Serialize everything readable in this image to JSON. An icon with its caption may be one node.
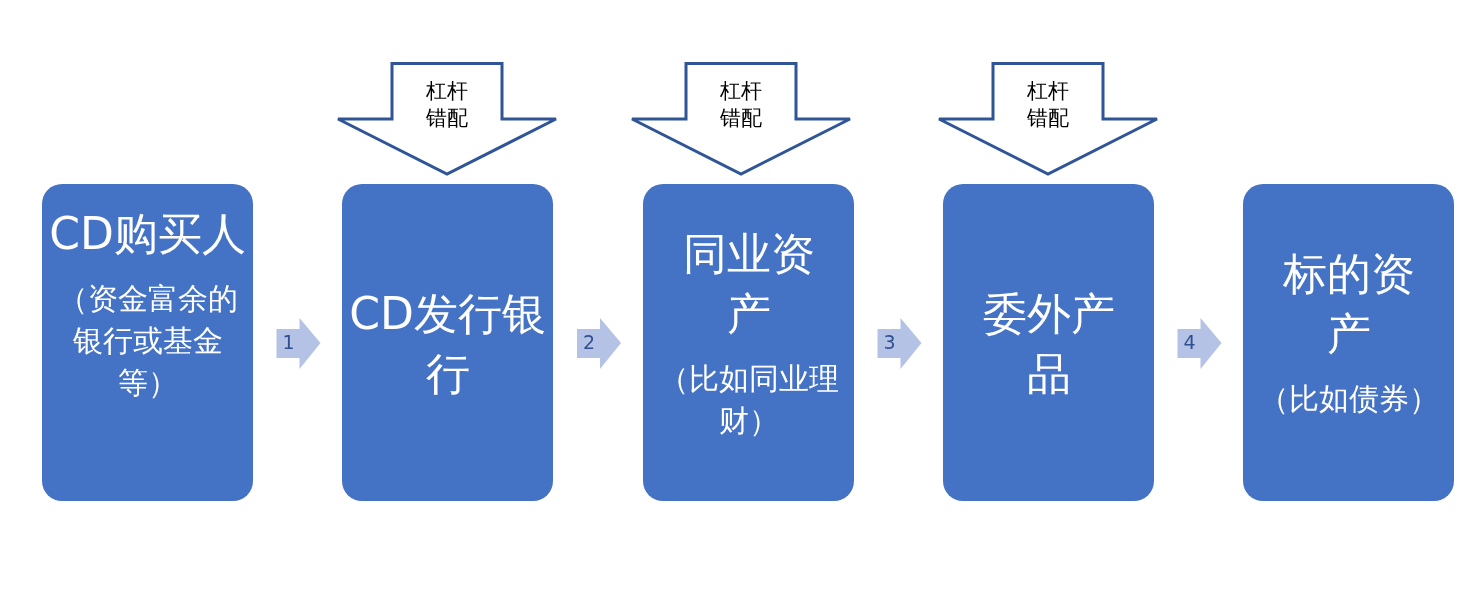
{
  "diagram": {
    "nodes": [
      {
        "text": [
          "CD购买人",
          "（资金富余的银行或基金等）"
        ]
      },
      {
        "text": [
          "CD发行银行"
        ]
      },
      {
        "text": [
          "同业资产",
          "（比如同业理财）"
        ]
      },
      {
        "text": [
          "委外产品"
        ]
      },
      {
        "text": [
          "标的资产",
          "（比如债券）"
        ]
      },
      {
        "text": [
          "杠杆错配"
        ]
      },
      {
        "text": [
          "杠杆错配"
        ]
      },
      {
        "text": [
          "杠杆错配"
        ]
      }
    ],
    "edges": [
      {
        "from": 0,
        "to": 1,
        "arrow": "to",
        "label": "1"
      },
      {
        "from": 1,
        "to": 2,
        "arrow": "to",
        "label": "2"
      },
      {
        "from": 2,
        "to": 3,
        "arrow": "to",
        "label": "3"
      },
      {
        "from": 3,
        "to": 4,
        "arrow": "to",
        "label": "4"
      }
    ]
  }
}
